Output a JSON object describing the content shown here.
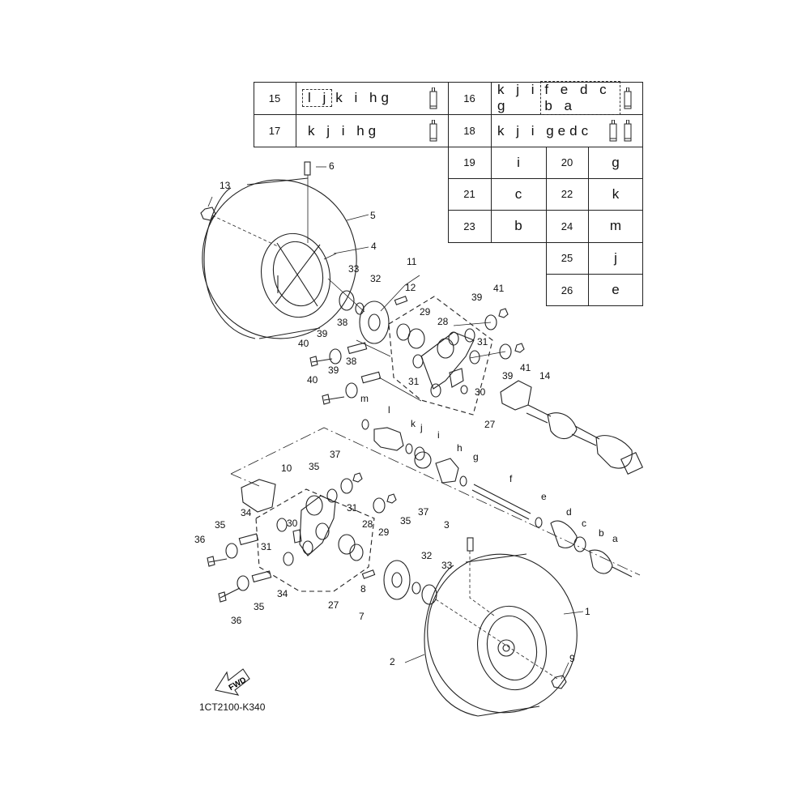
{
  "table": {
    "row_a": [
      {
        "num": "15",
        "letters": "l j k i hg",
        "boxed": "l j",
        "rest": "k i hg",
        "tubes": 1
      },
      {
        "num": "16",
        "letters": "k j i g f e d c b a",
        "pre": "k j i g",
        "boxed": "f e d c b a",
        "tubes": 1
      }
    ],
    "row_b": [
      {
        "num": "17",
        "letters": "k j i hg",
        "tubes": 1
      },
      {
        "num": "18",
        "letters": "k j i gedc",
        "tubes": 2
      }
    ],
    "grid": [
      {
        "num": "19",
        "val": "i"
      },
      {
        "num": "20",
        "val": "g"
      },
      {
        "num": "21",
        "val": "c"
      },
      {
        "num": "22",
        "val": "k"
      },
      {
        "num": "23",
        "val": "b"
      },
      {
        "num": "24",
        "val": "m"
      },
      {
        "num": "25",
        "val": "j"
      },
      {
        "num": "26",
        "val": "e"
      }
    ]
  },
  "labels": {
    "n1": "1",
    "n2": "2",
    "n3": "3",
    "n4": "4",
    "n5": "5",
    "n6": "6",
    "n7": "7",
    "n8": "8",
    "n9": "9",
    "n10": "10",
    "n11": "11",
    "n12": "12",
    "n13": "13",
    "n14": "14",
    "n27a": "27",
    "n27b": "27",
    "n28a": "28",
    "n28b": "28",
    "n29a": "29",
    "n29b": "29",
    "n30a": "30",
    "n30b": "30",
    "n31a": "31",
    "n31b": "31",
    "n31c": "31",
    "n31d": "31",
    "n32a": "32",
    "n32b": "32",
    "n33a": "33",
    "n33b": "33",
    "n34a": "34",
    "n34b": "34",
    "n35a": "35",
    "n35b": "35",
    "n35c": "35",
    "n35d": "35",
    "n36a": "36",
    "n36b": "36",
    "n37a": "37",
    "n37b": "37",
    "n38a": "38",
    "n38b": "38",
    "n39a": "39",
    "n39b": "39",
    "n39c": "39",
    "n39d": "39",
    "n40a": "40",
    "n40b": "40",
    "n41a": "41",
    "n41b": "41",
    "la": "a",
    "lb": "b",
    "lc": "c",
    "ld": "d",
    "le": "e",
    "lf": "f",
    "lg": "g",
    "lh": "h",
    "li": "i",
    "lj": "j",
    "lk": "k",
    "ll": "l",
    "lm": "m"
  },
  "fwd": "FWD",
  "code": "1CT2100-K340"
}
